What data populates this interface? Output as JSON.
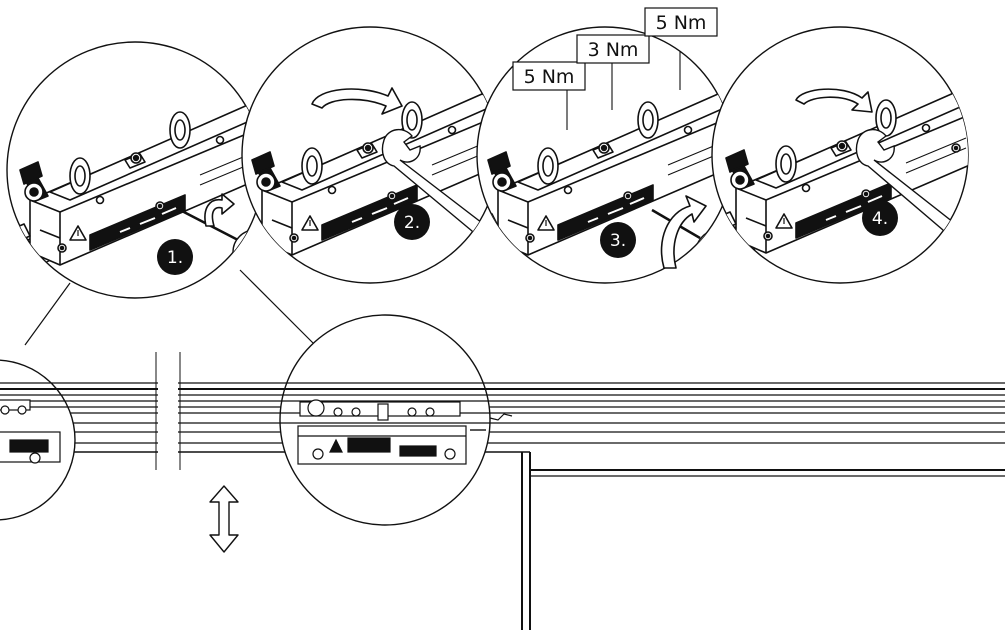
{
  "colors": {
    "line": "#111111",
    "badge": "#111111",
    "badge_text": "#ffffff",
    "background": "#ffffff"
  },
  "steps": [
    {
      "label": "1.",
      "action": "screwdriver-loosen-arrow-icon"
    },
    {
      "label": "2.",
      "action": "wrench-rotate-arrow-icon"
    },
    {
      "label": "3.",
      "action": "screwdriver-tighten-arrow-icon"
    },
    {
      "label": "4.",
      "action": "wrench-rotate-arrow-icon"
    }
  ],
  "torque_labels": [
    "5 Nm",
    "3 Nm",
    "5 Nm"
  ],
  "icons": {
    "vertical": "vertical-double-arrow-icon",
    "track_break": "track-break-marks-icon"
  }
}
